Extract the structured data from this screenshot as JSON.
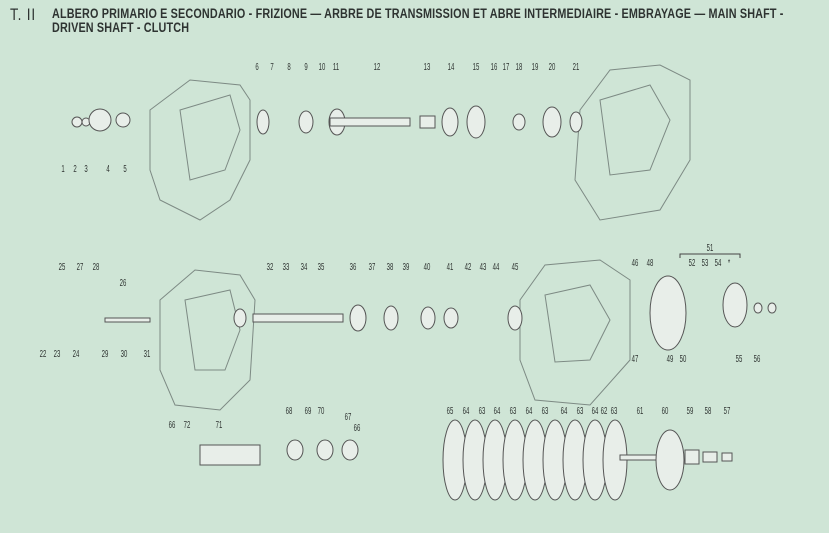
{
  "plate": "T. II",
  "title": "ALBERO PRIMARIO E SECONDARIO - FRIZIONE — ARBRE DE TRANSMISSION ET ABRE INTERMEDIAIRE - EMBRAYAGE — MAIN SHAFT - DRIVEN SHAFT - CLUTCH",
  "labels": [
    "1",
    "2",
    "3",
    "4",
    "5",
    "6",
    "7",
    "8",
    "9",
    "10",
    "11",
    "12",
    "13",
    "14",
    "15",
    "16",
    "17",
    "18",
    "19",
    "20",
    "21",
    "25",
    "27",
    "28",
    "26",
    "22",
    "23",
    "24",
    "29",
    "30",
    "31",
    "32",
    "33",
    "34",
    "35",
    "36",
    "37",
    "38",
    "39",
    "40",
    "41",
    "42",
    "43",
    "44",
    "45",
    "46",
    "48",
    "51",
    "52",
    "53",
    "54",
    "*",
    "47",
    "49",
    "50",
    "55",
    "56",
    "66",
    "72",
    "71",
    "68",
    "69",
    "70",
    "67",
    "66",
    "65",
    "64",
    "63",
    "64",
    "63",
    "64",
    "63",
    "64",
    "63",
    "64",
    "62",
    "63",
    "61",
    "60",
    "59",
    "58",
    "57"
  ],
  "colors": {
    "background": "#cfe5d6",
    "ink": "#2e3331",
    "line": "#8a9590"
  }
}
